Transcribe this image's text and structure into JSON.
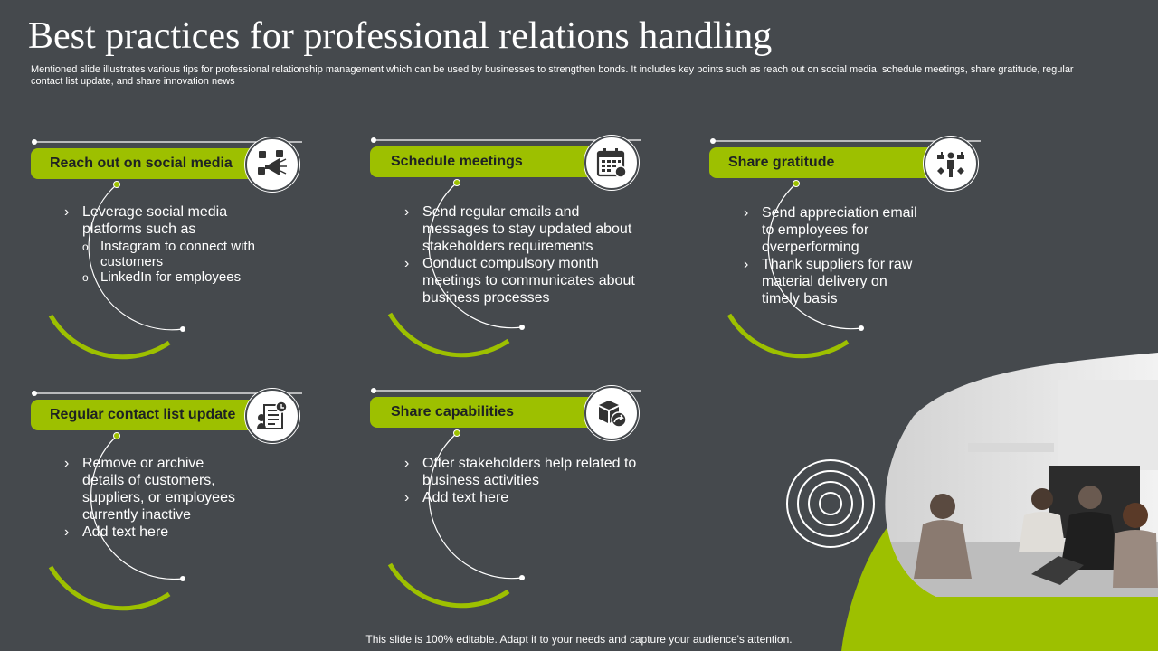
{
  "slide": {
    "title": "Best practices for professional relations handling",
    "subtitle": "Mentioned slide illustrates various tips for professional relationship management which can be used by businesses to strengthen bonds. It includes key points such as reach out on social media, schedule meetings, share gratitude, regular contact list update, and share innovation news",
    "footer": "This slide is 100% editable. Adapt it to your needs and capture your audience's attention."
  },
  "colors": {
    "background": "#45494d",
    "accent": "#9dc000",
    "text": "#ffffff"
  },
  "cards": [
    {
      "heading": "Reach out on social media",
      "icon": "social-media-megaphone-icon",
      "bullets": [
        {
          "text": "Leverage social media platforms such as",
          "sub": [
            "Instagram to connect with customers",
            "LinkedIn for employees"
          ]
        }
      ]
    },
    {
      "heading": "Schedule meetings",
      "icon": "calendar-icon",
      "bullets": [
        {
          "text": "Send regular emails and messages to stay updated about stakeholders requirements"
        },
        {
          "text": "Conduct compulsory month meetings to communicates about business processes"
        }
      ]
    },
    {
      "heading": "Share gratitude",
      "icon": "gratitude-people-icon",
      "bullets": [
        {
          "text": "Send appreciation email to employees for overperforming"
        },
        {
          "text": "Thank suppliers for raw material delivery on timely basis"
        }
      ]
    },
    {
      "heading": "Regular contact list update",
      "icon": "contact-list-icon",
      "bullets": [
        {
          "text": "Remove or archive details of customers, suppliers, or employees currently  inactive"
        },
        {
          "text": "Add text here"
        }
      ]
    },
    {
      "heading": "Share capabilities",
      "icon": "share-box-icon",
      "bullets": [
        {
          "text": "Offer stakeholders help related to business activities"
        },
        {
          "text": "Add text here"
        }
      ]
    }
  ]
}
